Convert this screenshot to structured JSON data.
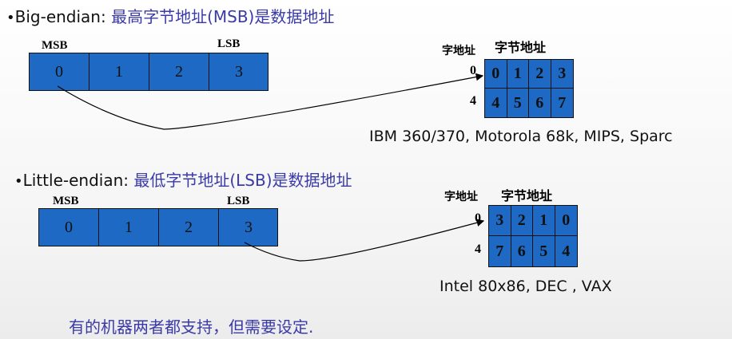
{
  "big_endian": {
    "title_en": "Big-endian: ",
    "title_cn": "最高字节地址(MSB)是数据地址",
    "msb_label": "MSB",
    "lsb_label": "LSB",
    "register_cells": [
      "0",
      "1",
      "2",
      "3"
    ],
    "memory": {
      "addr_header": "字地址",
      "byte_header": "字节地址",
      "row_addresses": [
        "0",
        "4"
      ],
      "rows": [
        [
          "0",
          "1",
          "2",
          "3"
        ],
        [
          "4",
          "5",
          "6",
          "7"
        ]
      ]
    },
    "systems": "IBM 360/370, Motorola 68k, MIPS, Sparc"
  },
  "little_endian": {
    "title_en": "Little-endian: ",
    "title_cn": "最低字节地址(LSB)是数据地址",
    "msb_label": "MSB",
    "lsb_label": "LSB",
    "register_cells": [
      "0",
      "1",
      "2",
      "3"
    ],
    "memory": {
      "addr_header": "字地址",
      "byte_header": "字节地址",
      "row_addresses": [
        "0",
        "4"
      ],
      "rows": [
        [
          "3",
          "2",
          "1",
          "0"
        ],
        [
          "7",
          "6",
          "5",
          "4"
        ]
      ]
    },
    "systems": "Intel 80x86, DEC ,  VAX"
  },
  "footer": "有的机器两者都支持，但需要设定.",
  "colors": {
    "cell_fill": "#1e69c4",
    "chinese_text": "#3a3aa8",
    "text": "#111111"
  }
}
